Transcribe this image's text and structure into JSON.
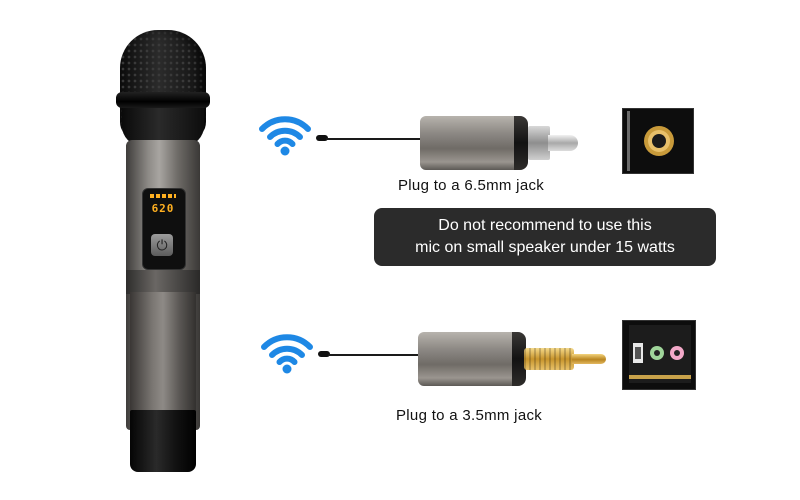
{
  "microphone": {
    "display_value": "620",
    "power_icon": "power-icon"
  },
  "receivers": [
    {
      "caption": "Plug to a 6.5mm jack",
      "signal_icon": "wifi-signal-icon",
      "plug_type": "6.5mm",
      "jack_photo_icon": "gold-6.5mm-jack-icon"
    },
    {
      "caption": "Plug to a 3.5mm jack",
      "signal_icon": "wifi-signal-icon",
      "plug_type": "3.5mm",
      "jack_photo_icon": "audio-ports-icon"
    }
  ],
  "notice": {
    "line1": "Do not recommend to use this",
    "line2": "mic on small speaker under 15 watts"
  },
  "colors": {
    "wifi_blue": "#1e88e5",
    "notice_bg": "#2b2b2b",
    "display_amber": "#ffb020"
  }
}
